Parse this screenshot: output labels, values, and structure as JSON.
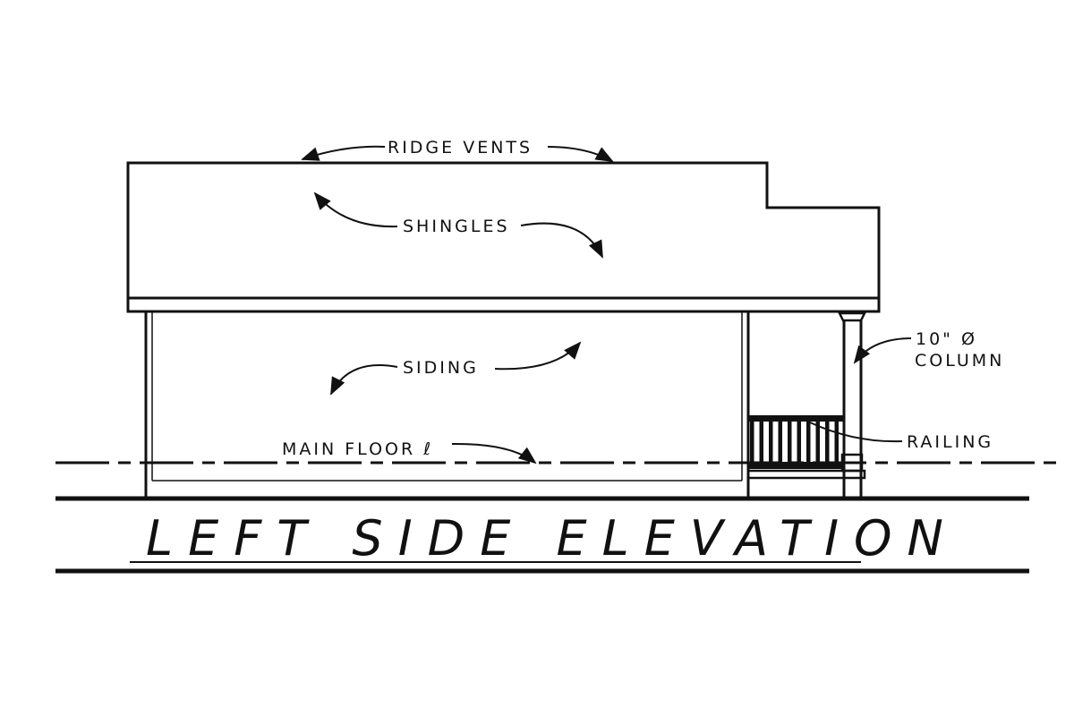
{
  "drawing": {
    "title": "LEFT SIDE ELEVATION",
    "labels": {
      "ridge_vents": "RIDGE VENTS",
      "shingles": "SHINGLES",
      "siding": "SIDING",
      "main_floor": "MAIN FLOOR ℓ",
      "column_line1": "10\" Ø",
      "column_line2": "COLUMN",
      "railing": "RAILING"
    }
  }
}
